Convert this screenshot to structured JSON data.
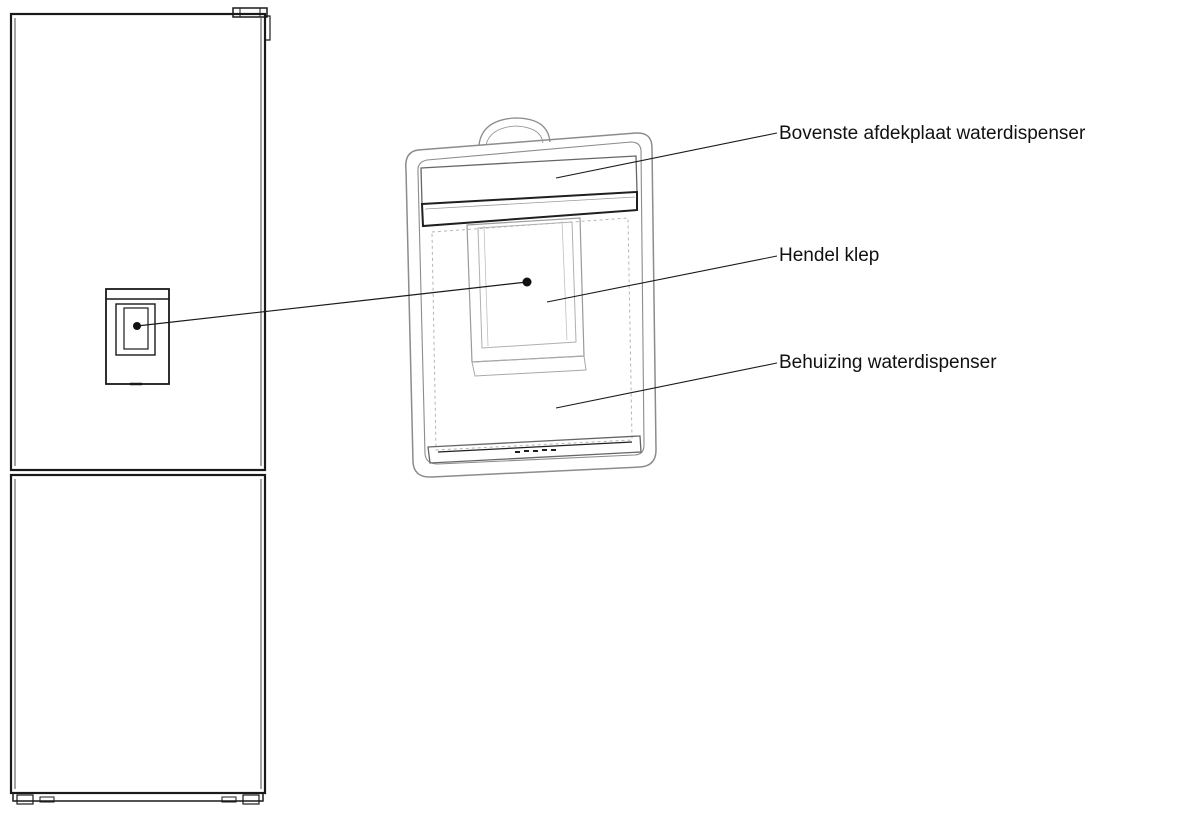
{
  "labels": {
    "top_cover": "Bovenste afdekplaat waterdispenser",
    "handle": "Hendel klep",
    "housing": "Behuizing waterdispenser"
  },
  "colors": {
    "line": "#1a1a1a",
    "light_line": "#9a9a9a",
    "background": "#ffffff"
  }
}
